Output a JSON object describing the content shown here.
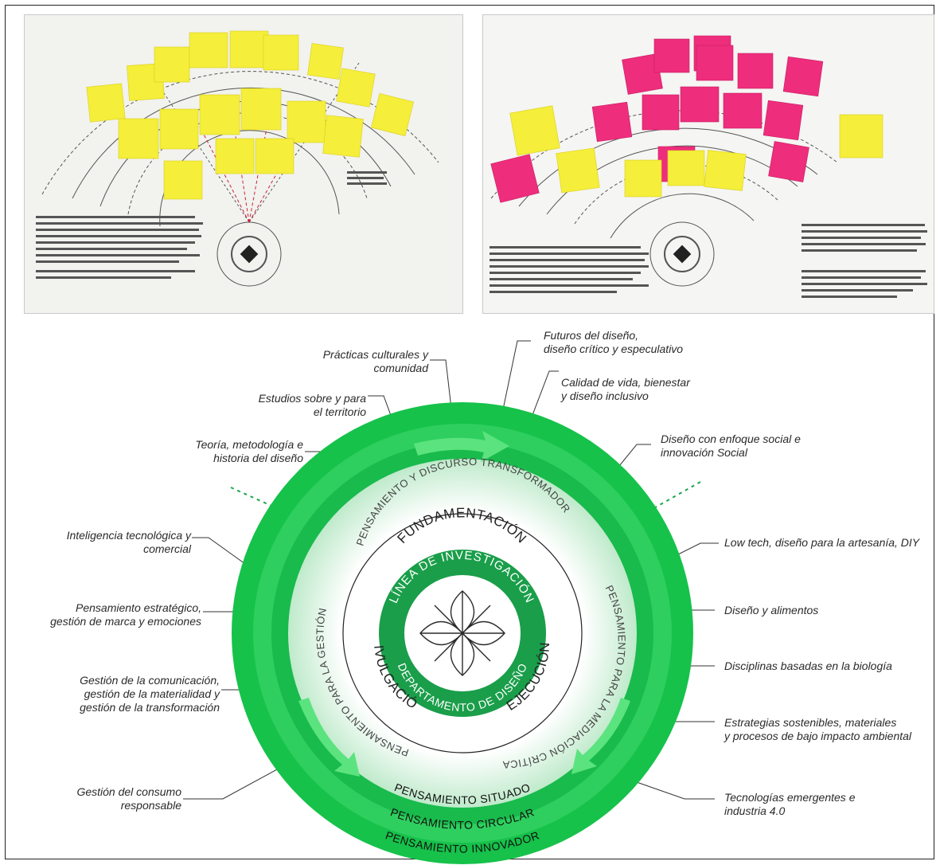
{
  "colors": {
    "ring_outer": "#16c24a",
    "ring_mid": "#33d463",
    "ring_arrow": "#5be37f",
    "core": "#1a9e4a",
    "white": "#ffffff",
    "dash": "#1aa64c",
    "sticky_yellow": "#f5ee3a",
    "sticky_pink": "#ee2d7c"
  },
  "photos": {
    "left": {
      "sticky_color": "yellow"
    },
    "right": {
      "sticky_color": "pink"
    }
  },
  "diagram": {
    "core_top": "LÍNEA DE INVESTIGACIÓN",
    "core_bottom": "DEPARTAMENTO DE DISEÑO",
    "stage_1": "FUNDAMENTACIÓN",
    "stage_2": "EJECUCIÓN",
    "stage_3": "DIVULGACIÓN",
    "thought_top": "PENSAMIENTO Y DISCURSO TRANSFORMADOR",
    "thought_right": "PENSAMIENTO PARA LA MEDIACIÓN CRÍTICA",
    "thought_left": "PENSAMIENTO PARA LA GESTIÓN",
    "band_1": "PENSAMIENTO SITUADO",
    "band_2": "PENSAMIENTO CIRCULAR",
    "band_3": "PENSAMIENTO INNOVADOR"
  },
  "labels": {
    "futuros": "Futuros del diseño,\ndiseño crítico y especulativo",
    "practicas": "Prácticas culturales y\ncomunidad",
    "calidad": "Calidad de vida, bienestar\ny diseño inclusivo",
    "estudios": "Estudios sobre y para\nel territorio",
    "enfoque_social": "Diseño con enfoque social e\ninnovación Social",
    "teoria": "Teoría, metodología e\nhistoria del diseño",
    "inteligencia": "Inteligencia tecnológica y\ncomercial",
    "low_tech": "Low tech, diseño para la artesanía, DIY",
    "estrategico": "Pensamiento estratégico,\ngestión de marca y emociones",
    "alimentos": "Diseño y alimentos",
    "biologia": "Disciplinas basadas en la biología",
    "comunicacion": "Gestión de la comunicación,\ngestión de la materialidad y\ngestión de la transformación",
    "sostenibles": "Estrategias sostenibles, materiales\ny procesos de bajo impacto ambiental",
    "consumo": "Gestión del consumo\nresponsable",
    "emergentes": "Tecnologías emergentes e\nindustria 4.0"
  }
}
